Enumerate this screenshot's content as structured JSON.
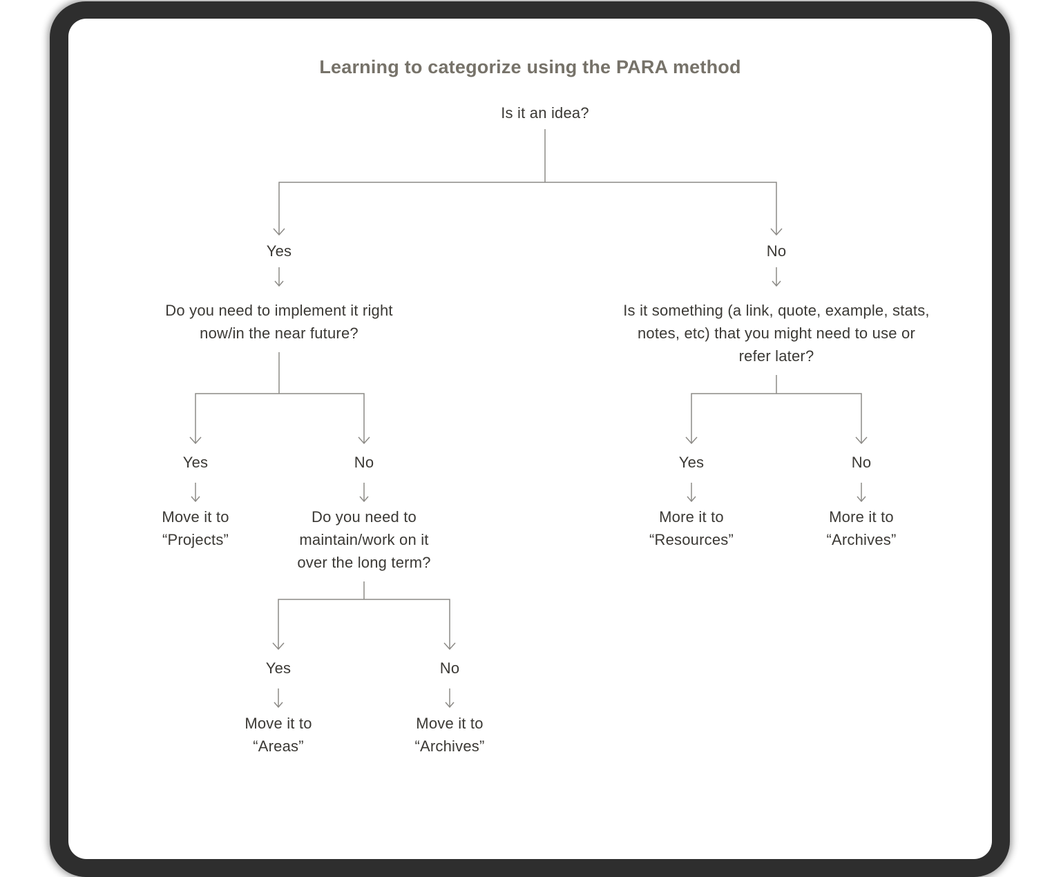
{
  "title": "Learning to categorize using the PARA method",
  "colors": {
    "frame": "#2e2e2e",
    "card": "#ffffff",
    "title_text": "#767269",
    "node_text": "#3b3935",
    "connector_line": "#8c8a86"
  },
  "tree": {
    "root": {
      "question": "Is it an idea?"
    },
    "yes": {
      "label": "Yes",
      "question_lines": [
        "Do you need to implement it right",
        "now/in the near future?"
      ],
      "yes": {
        "label": "Yes",
        "result_lines": [
          "Move it to",
          "“Projects”"
        ]
      },
      "no": {
        "label": "No",
        "question_lines": [
          "Do you need to",
          "maintain/work on it",
          "over the long term?"
        ],
        "yes": {
          "label": "Yes",
          "result_lines": [
            "Move it to",
            "“Areas”"
          ]
        },
        "no": {
          "label": "No",
          "result_lines": [
            "Move it to",
            "“Archives”"
          ]
        }
      }
    },
    "no": {
      "label": "No",
      "question_lines": [
        "Is it something (a link, quote, example, stats,",
        "notes, etc) that you might need to use or",
        "refer later?"
      ],
      "yes": {
        "label": "Yes",
        "result_lines": [
          "More it to",
          "“Resources”"
        ]
      },
      "no": {
        "label": "No",
        "result_lines": [
          "More it to",
          "“Archives”"
        ]
      }
    }
  }
}
